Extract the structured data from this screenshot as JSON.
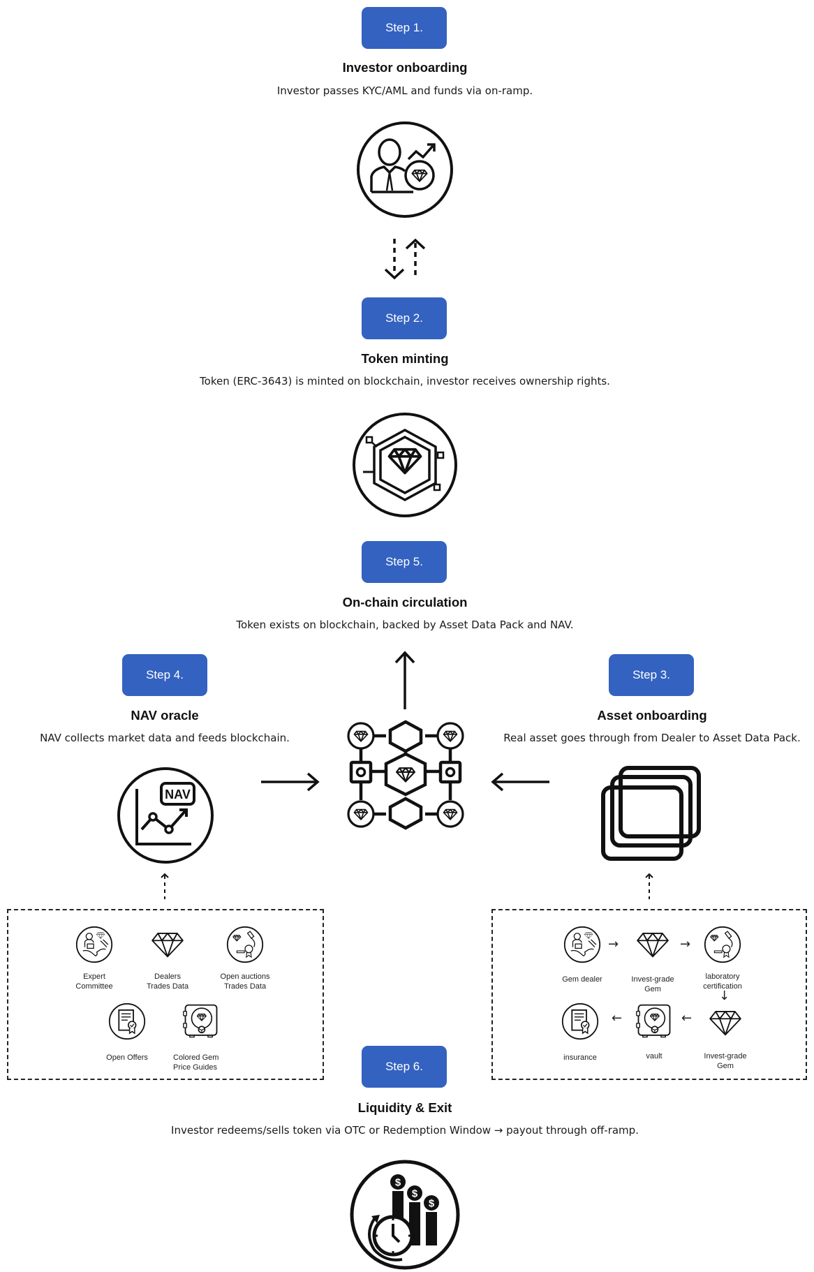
{
  "colors": {
    "accent": "#3462c0",
    "stroke": "#111111",
    "background": "#ffffff"
  },
  "steps": {
    "step1": {
      "label": "Step 1.",
      "title": "Investor onboarding",
      "desc": "Investor passes KYC/AML and funds via on-ramp.",
      "icon": "investor-gem-growth-icon"
    },
    "step2": {
      "label": "Step 2.",
      "title": "Token minting",
      "desc": "Token (ERC-3643) is minted on blockchain, investor receives ownership rights.",
      "icon": "hexagon-gem-token-icon"
    },
    "step5": {
      "label": "Step 5.",
      "title": "On-chain circulation",
      "desc": "Token exists on blockchain, backed by Asset Data Pack and NAV.",
      "icon": "blockchain-network-icon"
    },
    "step4": {
      "label": "Step 4.",
      "title": "NAV oracle",
      "desc": "NAV collects market data and feeds blockchain.",
      "icon": "nav-chart-icon",
      "icon_text": "NAV"
    },
    "step3": {
      "label": "Step 3.",
      "title": "Asset onboarding",
      "desc": "Real asset goes through from Dealer to Asset Data Pack.",
      "icon": "stacked-cards-icon"
    },
    "step6": {
      "label": "Step 6.",
      "title": "Liquidity & Exit",
      "desc": "Investor redeems/sells token via OTC or Redemption Window → payout through off-ramp.",
      "icon": "clock-money-bars-icon"
    }
  },
  "nav_sources": {
    "items": [
      {
        "label": "Expert\nCommittee",
        "icon": "expert-handshake-icon"
      },
      {
        "label": "Dealers\nTrades Data",
        "icon": "gem-icon"
      },
      {
        "label": "Open auctions\nTrades Data",
        "icon": "lab-microscope-icon"
      },
      {
        "label": "Open Offers",
        "icon": "certificate-icon"
      },
      {
        "label": "Colored Gem\nPrice Guides",
        "icon": "vault-gem-icon"
      }
    ]
  },
  "asset_flow": {
    "items": [
      {
        "label": "Gem dealer",
        "icon": "expert-handshake-icon"
      },
      {
        "label": "Invest-grade\nGem",
        "icon": "gem-icon"
      },
      {
        "label": "laboratory\ncertification",
        "icon": "lab-microscope-icon"
      },
      {
        "label": "Invest-grade\nGem",
        "icon": "gem-icon"
      },
      {
        "label": "vault",
        "icon": "vault-gem-icon"
      },
      {
        "label": "insurance",
        "icon": "certificate-icon"
      }
    ],
    "arrows": {
      "right": "→",
      "down": "↓",
      "left": "←"
    }
  }
}
